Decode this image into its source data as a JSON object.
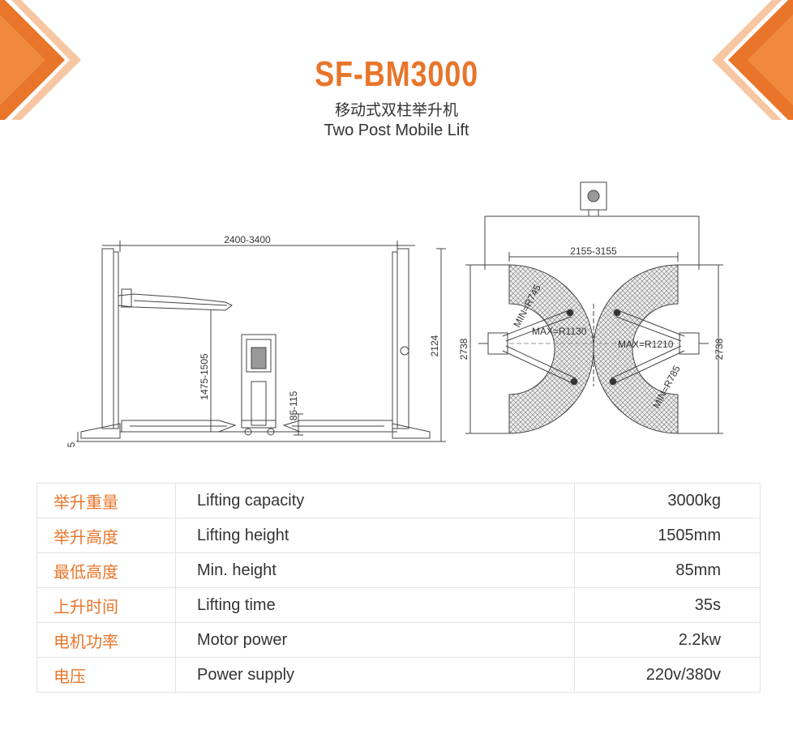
{
  "header": {
    "model": "SF-BM3000",
    "subtitle_cn": "移动式双柱举升机",
    "subtitle_en": "Two Post Mobile Lift"
  },
  "diagram": {
    "front": {
      "width_dim": "2400-3400",
      "height_dim": "2124",
      "lift_dim": "1475-1505",
      "min_dim": "85-115",
      "base_dim": "5"
    },
    "top": {
      "width_dim": "2155-3155",
      "length_left": "2738",
      "length_right": "2738",
      "min_r_left": "MIN=R745",
      "max_r_left": "MAX=R1130",
      "max_r_right": "MAX=R1210",
      "min_r_right": "MIN=R785"
    }
  },
  "specs": [
    {
      "cn": "举升重量",
      "en": "Lifting capacity",
      "value": "3000kg"
    },
    {
      "cn": "举升高度",
      "en": "Lifting height",
      "value": "1505mm"
    },
    {
      "cn": "最低高度",
      "en": "Min. height",
      "value": "85mm"
    },
    {
      "cn": "上升时间",
      "en": "Lifting time",
      "value": "35s"
    },
    {
      "cn": "电机功率",
      "en": "Motor power",
      "value": "2.2kw"
    },
    {
      "cn": "电压",
      "en": "Power supply",
      "value": "220v/380v"
    }
  ],
  "colors": {
    "accent": "#e8752a",
    "accent_light": "#f3a56b"
  }
}
